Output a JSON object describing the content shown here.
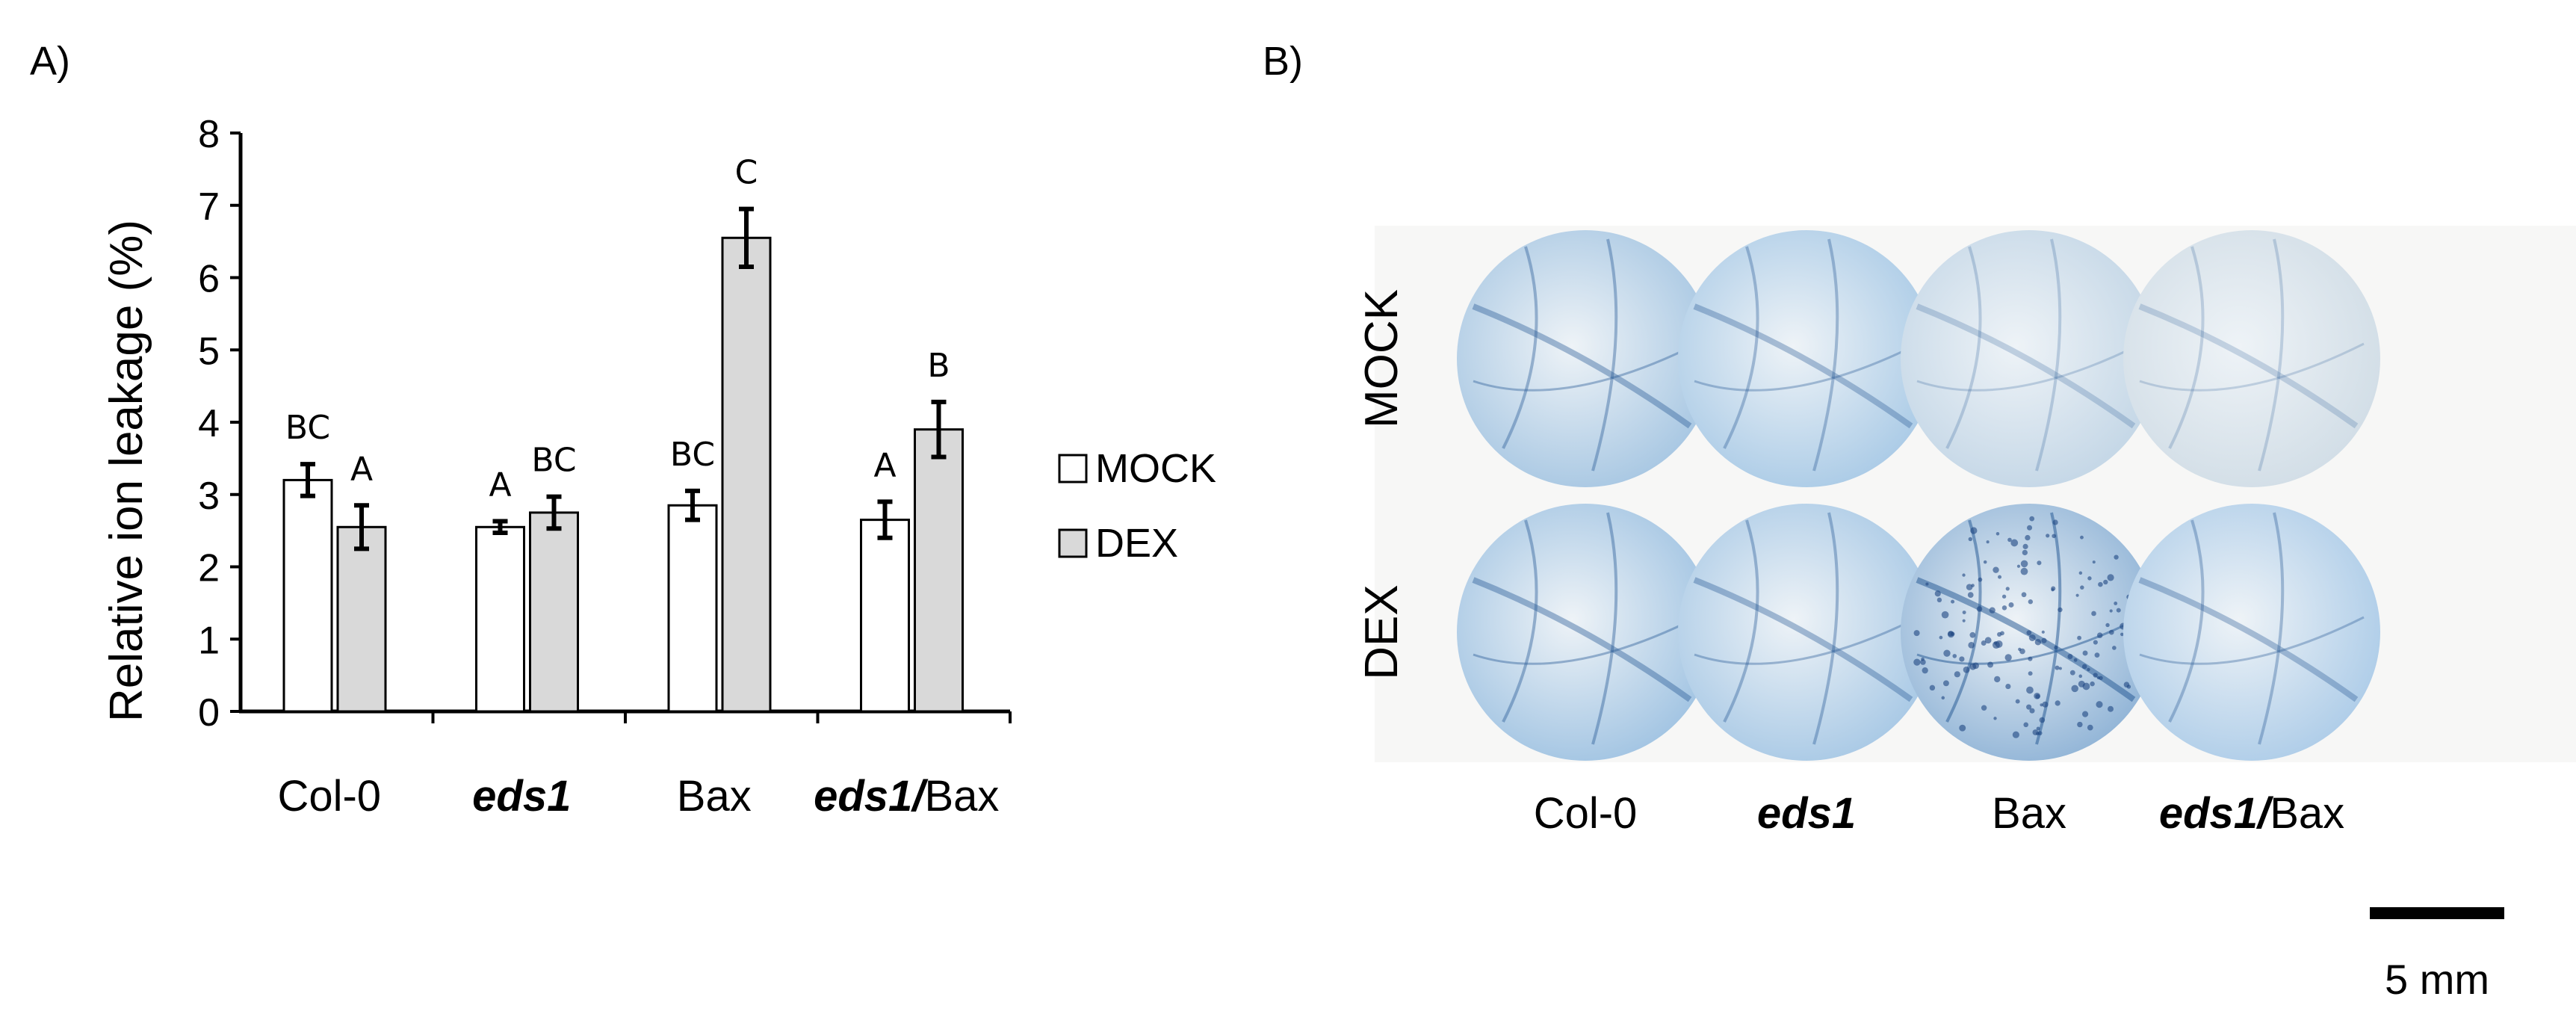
{
  "panel_a_label": "A)",
  "panel_b_label": "B)",
  "chart_data": {
    "type": "bar",
    "ylabel": "Relative ion leakage (%)",
    "xlabel": "",
    "ylim": [
      0,
      8
    ],
    "yticks": [
      "0",
      "1",
      "2",
      "3",
      "4",
      "5",
      "6",
      "7",
      "8"
    ],
    "categories": [
      {
        "label": "Col-0",
        "italic": "",
        "plain": "Col-0"
      },
      {
        "label": "eds1",
        "italic": "eds1",
        "plain": ""
      },
      {
        "label": "Bax",
        "italic": "",
        "plain": "Bax"
      },
      {
        "label": "eds1/Bax",
        "italic": "eds1/",
        "plain": "Bax"
      }
    ],
    "series": [
      {
        "name": "MOCK",
        "color": "#ffffff",
        "values": [
          3.2,
          2.55,
          2.85,
          2.65
        ],
        "errors": [
          0.22,
          0.08,
          0.2,
          0.25
        ],
        "letters": [
          "BC",
          "A",
          "BC",
          "A"
        ]
      },
      {
        "name": "DEX",
        "color": "#d9d9d9",
        "values": [
          2.55,
          2.75,
          6.55,
          3.9
        ],
        "errors": [
          0.3,
          0.22,
          0.4,
          0.38
        ],
        "letters": [
          "A",
          "BC",
          "C",
          "B"
        ]
      }
    ],
    "grid": false,
    "legend_position": "right"
  },
  "stain_panel": {
    "row_labels": [
      "MOCK",
      "DEX"
    ],
    "column_labels": [
      {
        "label": "Col-0",
        "italic": "",
        "plain": "Col-0"
      },
      {
        "label": "eds1",
        "italic": "eds1",
        "plain": ""
      },
      {
        "label": "Bax",
        "italic": "",
        "plain": "Bax"
      },
      {
        "label": "eds1/Bax",
        "italic": "eds1/",
        "plain": "Bax"
      }
    ],
    "leaf_discs": [
      {
        "row": "MOCK",
        "column": "Col-0",
        "stain_level": 0.55,
        "color": "#a6c6e2"
      },
      {
        "row": "MOCK",
        "column": "eds1",
        "stain_level": 0.45,
        "color": "#a9cae6"
      },
      {
        "row": "MOCK",
        "column": "Bax",
        "stain_level": 0.2,
        "color": "#c3d6e6"
      },
      {
        "row": "MOCK",
        "column": "eds1/Bax",
        "stain_level": 0.15,
        "color": "#d1dde6"
      },
      {
        "row": "DEX",
        "column": "Col-0",
        "stain_level": 0.6,
        "color": "#a0c3e2"
      },
      {
        "row": "DEX",
        "column": "eds1",
        "stain_level": 0.5,
        "color": "#a7c8e5"
      },
      {
        "row": "DEX",
        "column": "Bax",
        "stain_level": 0.85,
        "color": "#8fb3d6"
      },
      {
        "row": "DEX",
        "column": "eds1/Bax",
        "stain_level": 0.45,
        "color": "#adcce8"
      }
    ],
    "scale_bar_label": "5 mm"
  }
}
